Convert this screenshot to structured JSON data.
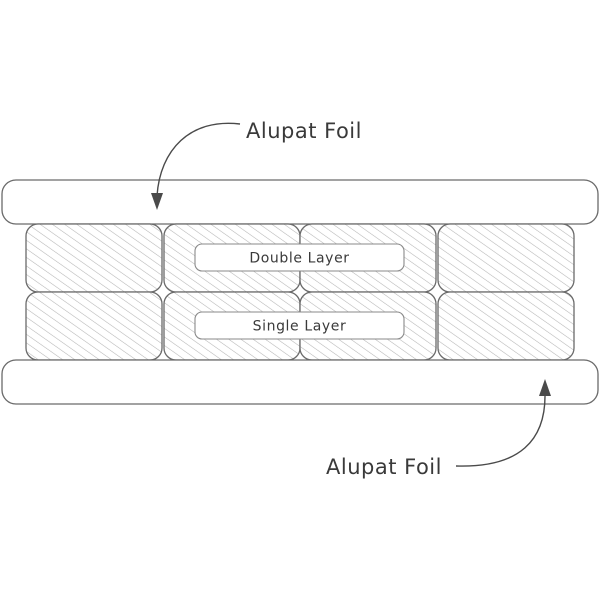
{
  "labels": {
    "top_foil": "Alupat Foil",
    "bottom_foil": "Alupat Foil",
    "upper_layer": "Double Layer",
    "lower_layer": "Single Layer"
  },
  "grid": {
    "rows": 2,
    "columns": 4
  },
  "colors": {
    "stroke": "#6a6a6a",
    "hatch": "#b5b5b5",
    "text": "#3a3a3a"
  }
}
